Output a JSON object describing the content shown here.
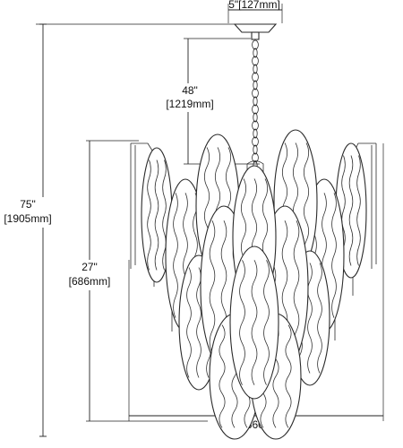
{
  "dimensions": {
    "canopy_width": "5\"[127mm]",
    "chain_length_in": "48\"",
    "chain_length_mm": "[1219mm]",
    "overall_height_in": "75\"",
    "overall_height_mm": "[1905mm]",
    "body_height_in": "27\"",
    "body_height_mm": "[686mm]",
    "body_width": "26\"[660mm]"
  },
  "colors": {
    "line": "#222222",
    "fixture_fill": "#ffffff"
  }
}
